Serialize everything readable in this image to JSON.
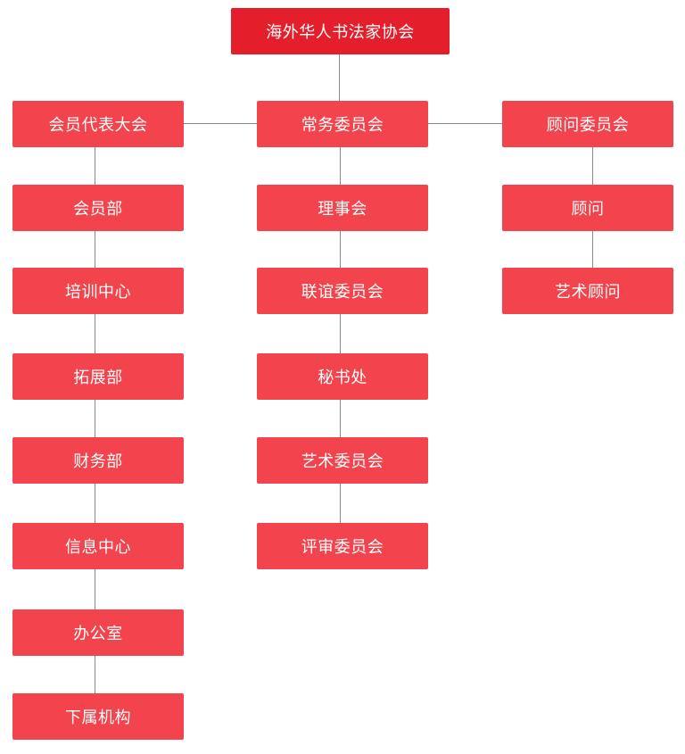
{
  "colors": {
    "root": "#e41e2b",
    "node": "#f3434c",
    "line": "#8a8a8a"
  },
  "root": {
    "label": "海外华人书法家协会"
  },
  "columns": [
    {
      "head": "会员代表大会",
      "items": [
        "会员部",
        "培训中心",
        "拓展部",
        "财务部",
        "信息中心",
        "办公室",
        "下属机构"
      ]
    },
    {
      "head": "常务委员会",
      "items": [
        "理事会",
        "联谊委员会",
        "秘书处",
        "艺术委员会",
        "评审委员会"
      ]
    },
    {
      "head": "顾问委员会",
      "items": [
        "顾问",
        "艺术顾问"
      ]
    }
  ]
}
